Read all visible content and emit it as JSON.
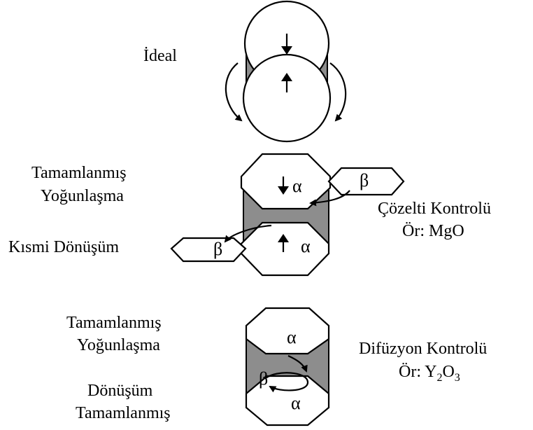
{
  "sections": [
    {
      "id": "ideal",
      "labels": [
        "İdeal"
      ]
    },
    {
      "id": "solution",
      "labels_left": [
        "Tamamlanmış",
        "Yoğunlaşma"
      ],
      "label_bottom_left": "Kısmi Dönüşüm",
      "labels_right": [
        "Çözelti Kontrolü",
        "Ör: MgO"
      ],
      "glyphs": {
        "alpha": "α",
        "beta": "β"
      }
    },
    {
      "id": "diffusion",
      "labels_left": [
        "Tamamlanmış",
        "Yoğunlaşma",
        "Dönüşüm",
        "Tamamlanmış"
      ],
      "labels_right": [
        "Difüzyon Kontrolü"
      ],
      "formula": {
        "prefix": "Ör: Y",
        "sub1": "2",
        "mid": "O",
        "sub2": "3"
      },
      "glyphs": {
        "alpha": "α",
        "beta": "β"
      }
    }
  ],
  "colors": {
    "shading": "#8d8d8d",
    "line": "#000000"
  }
}
